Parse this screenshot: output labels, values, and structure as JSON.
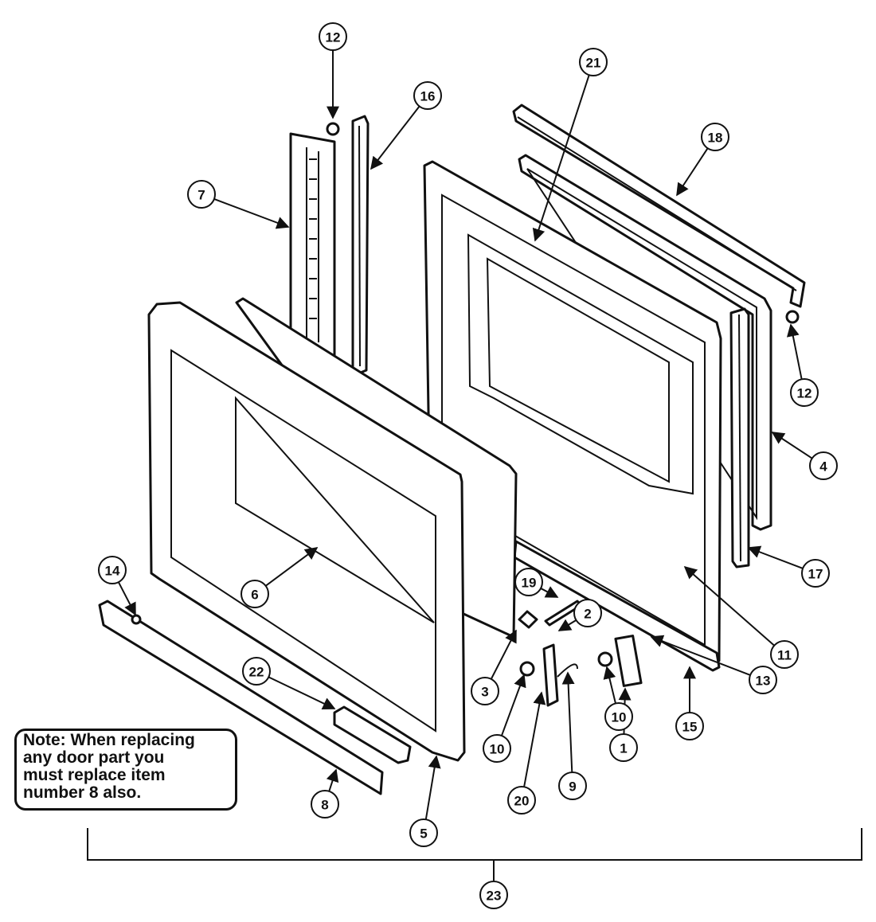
{
  "note": {
    "lines": [
      "Note:  When replacing",
      "any door part you",
      "must replace item",
      "number 8 also."
    ]
  },
  "callouts": [
    "1",
    "2",
    "3",
    "4",
    "5",
    "6",
    "7",
    "8",
    "9",
    "10",
    "11",
    "12",
    "13",
    "14",
    "15",
    "16",
    "17",
    "18",
    "19",
    "20",
    "21",
    "22",
    "23"
  ]
}
